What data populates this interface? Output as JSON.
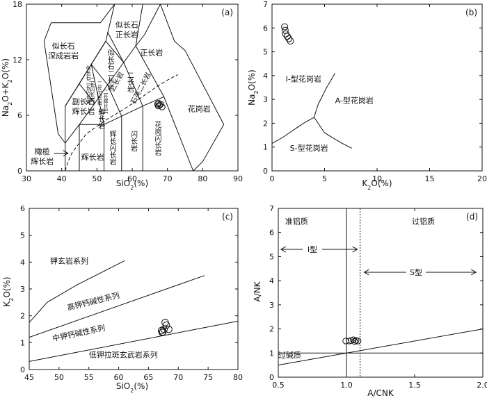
{
  "chart_data": [
    {
      "id": "a",
      "type": "scatter",
      "panel_label": "(a)",
      "xlabel": "SiO2(%)",
      "ylabel": "Na2O+K2O(%)",
      "xlim": [
        30,
        90
      ],
      "ylim": [
        0,
        18
      ],
      "xticks": [
        30,
        40,
        50,
        60,
        70,
        80,
        90
      ],
      "yticks": [
        0,
        6,
        12,
        18
      ],
      "points": [
        [
          67.2,
          7.2
        ],
        [
          67.5,
          7.3
        ],
        [
          67.8,
          7.1
        ],
        [
          68.1,
          7.2
        ],
        [
          68.5,
          6.9
        ],
        [
          67.4,
          7.0
        ]
      ],
      "boundaries": [
        [
          [
            41,
            0
          ],
          [
            41,
            3
          ],
          [
            45,
            5
          ],
          [
            52,
            5
          ],
          [
            63,
            7
          ],
          [
            69,
            8
          ],
          [
            77.3,
            0
          ]
        ],
        [
          [
            45,
            0
          ],
          [
            45,
            5
          ]
        ],
        [
          [
            52,
            0
          ],
          [
            52,
            5
          ]
        ],
        [
          [
            57,
            0
          ],
          [
            57,
            5.9
          ]
        ],
        [
          [
            63,
            0
          ],
          [
            63,
            7
          ]
        ],
        [
          [
            41,
            3
          ],
          [
            41,
            7
          ],
          [
            52.5,
            14
          ],
          [
            48.4,
            11.5
          ],
          [
            52,
            5
          ]
        ],
        [
          [
            45,
            5
          ],
          [
            49.4,
            7.3
          ],
          [
            53,
            9.3
          ],
          [
            57.6,
            11.7
          ],
          [
            61,
            13.5
          ],
          [
            63.5,
            14.7
          ],
          [
            68,
            18
          ]
        ],
        [
          [
            41,
            7
          ],
          [
            45,
            9.4
          ],
          [
            49.4,
            7.3
          ]
        ],
        [
          [
            45,
            9.4
          ],
          [
            48.4,
            11.5
          ],
          [
            53,
            9.3
          ]
        ],
        [
          [
            48.4,
            11.5
          ],
          [
            52.5,
            14
          ]
        ],
        [
          [
            57,
            5.9
          ],
          [
            53,
            9.3
          ]
        ],
        [
          [
            63,
            7
          ],
          [
            57.6,
            11.7
          ]
        ],
        [
          [
            69,
            8
          ],
          [
            61,
            13.5
          ]
        ],
        [
          [
            52.5,
            14
          ],
          [
            57.6,
            11.7
          ]
        ],
        [
          [
            55,
            18
          ],
          [
            52.5,
            14
          ]
        ],
        [
          [
            37,
            9
          ],
          [
            35,
            14
          ],
          [
            37,
            16
          ],
          [
            51,
            16
          ],
          [
            55,
            18
          ]
        ],
        [
          [
            37,
            9
          ],
          [
            39,
            4
          ],
          [
            41,
            3
          ]
        ],
        [
          [
            53,
            15
          ],
          [
            57.6,
            11.7
          ]
        ],
        [
          [
            61,
            13.5
          ],
          [
            63,
            18
          ],
          [
            68,
            18
          ],
          [
            72,
            14
          ],
          [
            75,
            13
          ],
          [
            86,
            5
          ],
          [
            80,
            1
          ],
          [
            77.3,
            0
          ]
        ]
      ],
      "alkaline_line": [
        [
          41,
          0
        ],
        [
          41.8,
          1
        ],
        [
          43,
          2
        ],
        [
          45,
          3
        ],
        [
          47,
          4
        ],
        [
          50,
          4.8
        ],
        [
          53,
          5.6
        ],
        [
          57,
          6.5
        ],
        [
          61,
          7.5
        ],
        [
          64,
          8.3
        ],
        [
          67,
          9.1
        ],
        [
          70,
          9.8
        ],
        [
          73,
          10.4
        ]
      ],
      "fields": [
        {
          "name": "似长石深成岩岩",
          "l1": "似长石",
          "l2": "深成岩岩",
          "x": 40.5,
          "y": 13.2
        },
        {
          "name": "似长石正长岩",
          "l1": "似长石",
          "l2": "正长岩",
          "x": 58.5,
          "y": 15.5
        },
        {
          "name": "正长岩",
          "l1": "正长岩",
          "l2": "",
          "x": 65.5,
          "y": 12.5
        },
        {
          "name": "花岗岩",
          "l1": "花岗岩",
          "l2": "",
          "x": 79,
          "y": 6.4
        },
        {
          "name": "辉长岩",
          "l1": "辉长岩",
          "l2": "",
          "x": 48.8,
          "y": 1.2
        },
        {
          "name": "副长石辉长岩",
          "l1": "副长石",
          "l2": "辉长岩",
          "x": 46.2,
          "y": 7.2
        },
        {
          "name": "橄榄辉长岩",
          "l1": "橄榄",
          "l2": "辉长岩",
          "x": 34.5,
          "y": 1.8
        }
      ],
      "vertical_fields": [
        {
          "name": "辉长闪长岩",
          "x": 54.2,
          "y": 2.5
        },
        {
          "name": "闪长岩",
          "x": 60.2,
          "y": 3.2
        },
        {
          "name": "花岗闪长岩",
          "x": 67,
          "y": 3.5
        },
        {
          "name": "似长石二长岩",
          "x": 53.6,
          "y": 10.9
        },
        {
          "name": "二长岩",
          "x": 59.2,
          "y": 9.6
        },
        {
          "name": "辉长岩",
          "x": 51,
          "y": 5.6
        }
      ],
      "rotated_fields": [
        {
          "name": "二长岩",
          "x": 56.2,
          "y": 9.5
        },
        {
          "name": "石英二长岩",
          "x": 63,
          "y": 8.8
        }
      ],
      "tiny_fields": [
        {
          "name": "二长闪长岩",
          "x": 48.7,
          "y": 8.8
        },
        {
          "name": "二长闪长岩",
          "x": 50.8,
          "y": 8.4
        },
        {
          "name": "二长辉长岩",
          "x": 52.5,
          "y": 7.5
        },
        {
          "name": "似长石二长闪长岩",
          "x": 47.6,
          "y": 9.3
        }
      ],
      "arrow_label": "橄榄辉长岩"
    },
    {
      "id": "b",
      "type": "scatter",
      "panel_label": "(b)",
      "xlabel": "K2O(%)",
      "ylabel": "Na2O(%)",
      "xlim": [
        0,
        20
      ],
      "ylim": [
        0,
        7
      ],
      "xticks": [
        0,
        5,
        10,
        15,
        20
      ],
      "yticks": [
        0,
        1,
        2,
        3,
        4,
        5,
        6,
        7
      ],
      "points": [
        [
          1.2,
          6.05
        ],
        [
          1.25,
          5.9
        ],
        [
          1.3,
          5.75
        ],
        [
          1.45,
          5.65
        ],
        [
          1.6,
          5.55
        ],
        [
          1.75,
          5.45
        ]
      ],
      "boundaries": [
        [
          [
            0,
            1.15
          ],
          [
            1,
            1.4
          ],
          [
            2,
            1.7
          ],
          [
            3,
            2.0
          ],
          [
            4,
            2.25
          ]
        ],
        [
          [
            4,
            2.25
          ],
          [
            5,
            1.6
          ],
          [
            6.5,
            1.2
          ],
          [
            7.6,
            0.95
          ]
        ],
        [
          [
            4,
            2.25
          ],
          [
            4.4,
            2.8
          ],
          [
            5.2,
            3.5
          ],
          [
            6,
            4.1
          ]
        ]
      ],
      "fields": [
        {
          "name": "I-型花岗岩",
          "x": 1.3,
          "y": 3.75
        },
        {
          "name": "A-型花岗岩",
          "x": 6,
          "y": 2.85
        },
        {
          "name": "S-型花岗岩",
          "x": 1.7,
          "y": 0.85
        }
      ]
    },
    {
      "id": "c",
      "type": "scatter",
      "panel_label": "(c)",
      "xlabel": "SiO2(%)",
      "ylabel": "K2O(%)",
      "xlim": [
        45,
        80
      ],
      "ylim": [
        0,
        6
      ],
      "xticks": [
        45,
        50,
        55,
        60,
        65,
        70,
        75,
        80
      ],
      "yticks": [
        0,
        1,
        2,
        3,
        4,
        5,
        6
      ],
      "points": [
        [
          67.2,
          1.45
        ],
        [
          67.4,
          1.4
        ],
        [
          67.6,
          1.5
        ],
        [
          67.8,
          1.75
        ],
        [
          68,
          1.65
        ],
        [
          68.4,
          1.5
        ],
        [
          67.3,
          1.38
        ]
      ],
      "boundaries": [
        [
          [
            45,
            1.75
          ],
          [
            48,
            2.5
          ],
          [
            53,
            3.15
          ],
          [
            61,
            4.05
          ]
        ],
        [
          [
            45,
            1.2
          ],
          [
            74.4,
            3.5
          ]
        ],
        [
          [
            45,
            0.3
          ],
          [
            80,
            1.8
          ]
        ]
      ],
      "fields": [
        {
          "name": "钾玄岩系列",
          "x": 48.5,
          "y": 3.95,
          "angle": 0
        },
        {
          "name": "高钾钙碱性系列",
          "x": 51.5,
          "y": 2.2,
          "angle": -14
        },
        {
          "name": "中钾钙碱性系列",
          "x": 49,
          "y": 1.05,
          "angle": -12
        },
        {
          "name": "低钾拉斑玄武岩系列",
          "x": 55,
          "y": 0.45,
          "angle": 0
        }
      ]
    },
    {
      "id": "d",
      "type": "scatter",
      "panel_label": "(d)",
      "xlabel": "A/CNK",
      "ylabel": "A/NK",
      "xlim": [
        0.5,
        2.0
      ],
      "ylim": [
        0,
        7
      ],
      "xticks": [
        0.5,
        1.0,
        1.5,
        2.0
      ],
      "xtick_labels": [
        "0.5",
        "1.0",
        "1.5",
        "2.0"
      ],
      "yticks": [
        0,
        1,
        2,
        3,
        4,
        5,
        6,
        7
      ],
      "points": [
        [
          0.995,
          1.5
        ],
        [
          1.02,
          1.5
        ],
        [
          1.035,
          1.52
        ],
        [
          1.05,
          1.55
        ],
        [
          1.07,
          1.52
        ],
        [
          1.085,
          1.5
        ],
        [
          1.06,
          1.48
        ]
      ],
      "vline_solid": 1.0,
      "vline_dotted": 1.1,
      "hline": 1.0,
      "diag": [
        [
          0.5,
          0.5
        ],
        [
          2.0,
          2.0
        ]
      ],
      "fields": [
        {
          "name": "准铝质",
          "x": 0.55,
          "y": 6.35
        },
        {
          "name": "过铝质",
          "x": 1.48,
          "y": 6.35
        },
        {
          "name": "过碱质",
          "x": 0.5,
          "y": 0.8
        }
      ],
      "arrows": [
        {
          "label": "I型",
          "x1": 0.52,
          "x2": 1.08,
          "y": 5.3,
          "label_x": 0.75
        },
        {
          "label": "S型",
          "x1": 1.13,
          "x2": 1.95,
          "y": 4.35,
          "label_x": 1.51
        }
      ]
    }
  ]
}
